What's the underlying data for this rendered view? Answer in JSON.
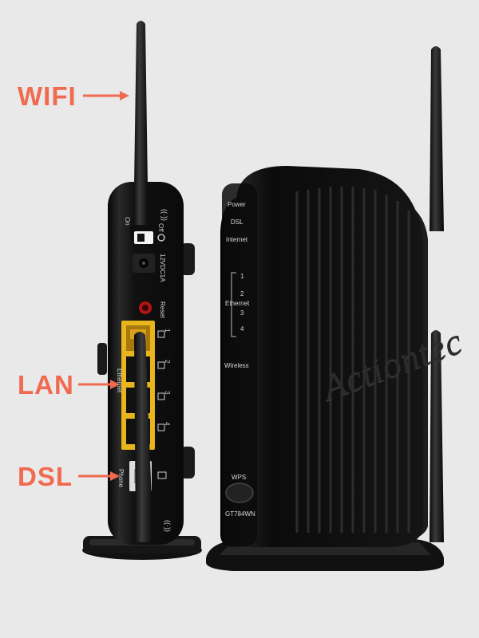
{
  "callouts": {
    "wifi": "WIFI",
    "lan": "LAN",
    "dsl": "DSL"
  },
  "rear_panel": {
    "switch_on": "On",
    "switch_off": "Off",
    "power_rating": "12VDC1A",
    "reset": "Reset",
    "ethernet_group": "Ethernet",
    "ports": [
      "1",
      "2",
      "3",
      "4"
    ],
    "phone": "Phone"
  },
  "front_panel": {
    "leds": {
      "power": "Power",
      "dsl": "DSL",
      "internet": "Internet",
      "ethernet": "Ethernet",
      "wireless": "Wireless"
    },
    "ethernet_ports": [
      "1",
      "2",
      "3",
      "4"
    ],
    "wps": "WPS",
    "model": "GT784WN",
    "brand": "Actiontec"
  },
  "colors": {
    "callout": "#f06a50",
    "device": "#141414",
    "ethernet_port": "#e8b51c",
    "reset_button": "#b01515"
  }
}
